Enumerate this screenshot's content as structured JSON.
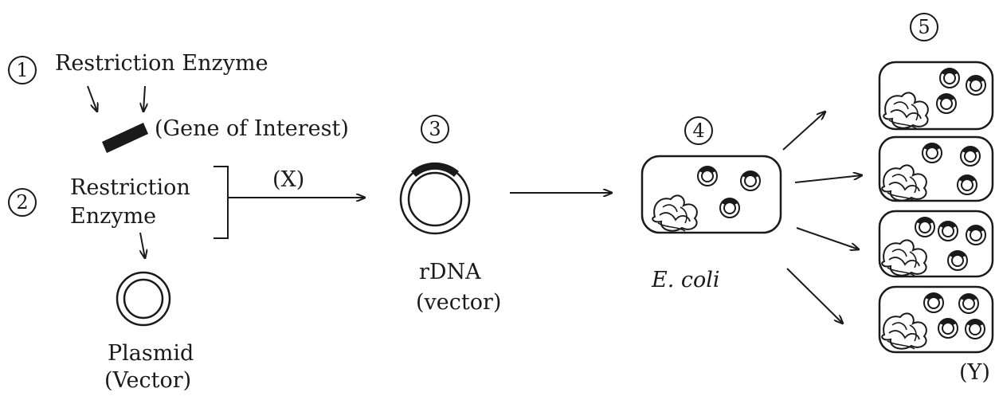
{
  "steps": [
    "1",
    "2",
    "3",
    "4",
    "5"
  ],
  "labels": {
    "restriction_enzyme_1": "Restriction Enzyme",
    "gene_of_interest": "(Gene of Interest)",
    "restriction_2_line1": "Restriction",
    "restriction_2_line2": "Enzyme",
    "x_label": "(X)",
    "plasmid_line1": "Plasmid",
    "plasmid_line2": "(Vector)",
    "rdna_line1": "rDNA",
    "rdna_line2": "(vector)",
    "ecoli": "E. coli",
    "y_label": "(Y)"
  }
}
